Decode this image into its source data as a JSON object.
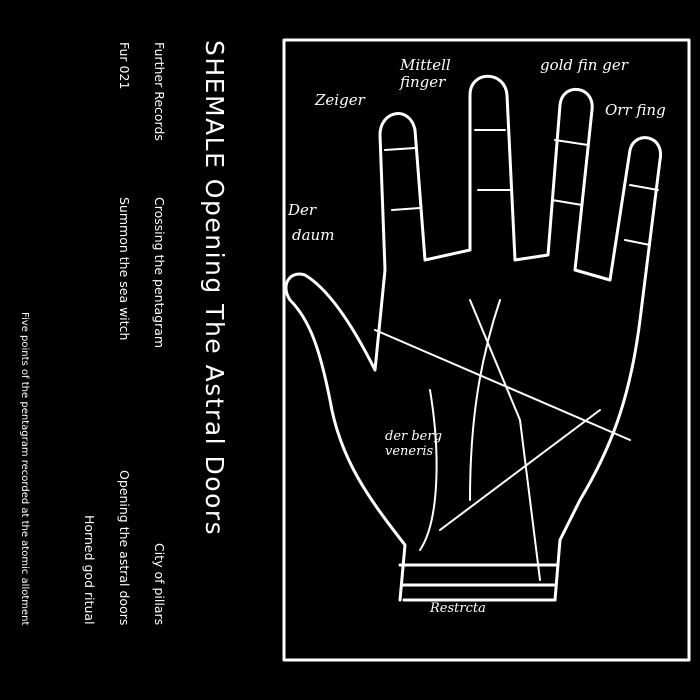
{
  "title": "SHEMALE Opening The Astral Doors",
  "label": "Further Records",
  "catalog": "Fur 021",
  "tracks": [
    "Crossing the pentagram",
    "Summon the sea witch",
    "City of pillars",
    "Opening the astral doors",
    "Horned god ritual"
  ],
  "footnote": "Five points of the pentagram recorded at the atomic allotment",
  "artwork": {
    "labels": [
      "Mittell finger",
      "gold finger",
      "Zeiger",
      "Orr fing",
      "Der daum",
      "der berg veneris",
      "Restrcta"
    ]
  },
  "colors": {
    "background": "#000000",
    "foreground": "#ffffff"
  }
}
